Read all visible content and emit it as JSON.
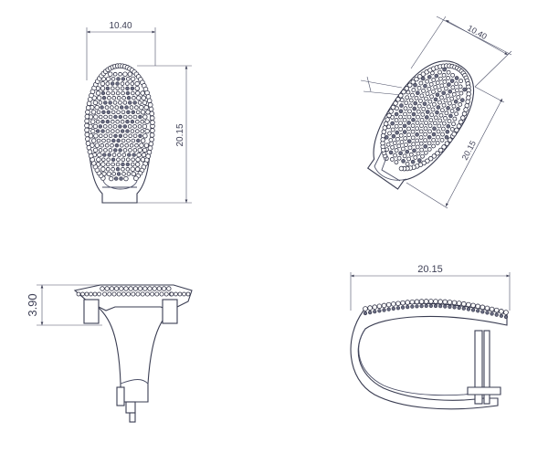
{
  "views": {
    "front": {
      "width_label": "10.40",
      "height_label": "20.15"
    },
    "iso": {
      "width_label": "10.40",
      "height_label": "20.15"
    },
    "side": {
      "height_label": "3.90"
    },
    "profile": {
      "length_label": "20.15"
    }
  },
  "colors": {
    "line": "#4a4e66",
    "dim_arrow": "#3d3f55",
    "bead_fill": "#ffffff"
  }
}
